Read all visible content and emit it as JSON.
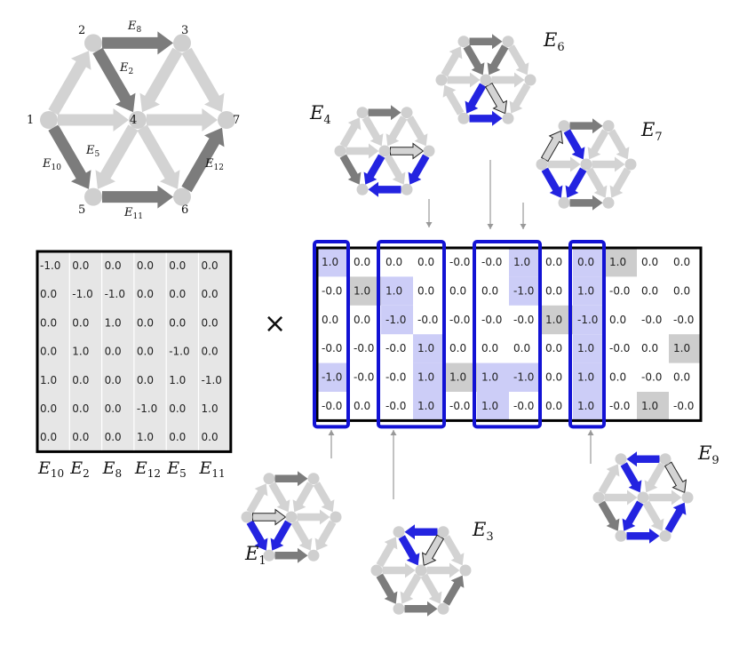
{
  "colors": {
    "node": "#cfcfcf",
    "edge_light": "#d3d3d3",
    "edge_dark": "#7c7c7c",
    "edge_blue": "#2323e0",
    "edge_hollow": "#d4d4d4",
    "cell_bg": "#e6e6e6",
    "cell_purple": "#cccdf7",
    "cell_gray": "#cdcdcd",
    "highlight_box": "#1212d4"
  },
  "big_graph": {
    "node_labels": [
      "1",
      "2",
      "3",
      "4",
      "5",
      "6",
      "7"
    ],
    "edge_labels": {
      "E8": {
        "letter": "E",
        "sub": "8"
      },
      "E2": {
        "letter": "E",
        "sub": "2"
      },
      "E5": {
        "letter": "E",
        "sub": "5"
      },
      "E10": {
        "letter": "E",
        "sub": "10"
      },
      "E12": {
        "letter": "E",
        "sub": "12"
      },
      "E11": {
        "letter": "E",
        "sub": "11"
      }
    }
  },
  "left_matrix": {
    "rows": [
      [
        "-1.0",
        "0.0",
        "0.0",
        "0.0",
        "0.0",
        "0.0"
      ],
      [
        "0.0",
        "-1.0",
        "-1.0",
        "0.0",
        "0.0",
        "0.0"
      ],
      [
        "0.0",
        "0.0",
        "1.0",
        "0.0",
        "0.0",
        "0.0"
      ],
      [
        "0.0",
        "1.0",
        "0.0",
        "0.0",
        "-1.0",
        "0.0"
      ],
      [
        "1.0",
        "0.0",
        "0.0",
        "0.0",
        "1.0",
        "-1.0"
      ],
      [
        "0.0",
        "0.0",
        "0.0",
        "-1.0",
        "0.0",
        "1.0"
      ],
      [
        "0.0",
        "0.0",
        "0.0",
        "1.0",
        "0.0",
        "0.0"
      ]
    ],
    "column_labels": [
      {
        "letter": "E",
        "sub": "10"
      },
      {
        "letter": "E",
        "sub": "2"
      },
      {
        "letter": "E",
        "sub": "8"
      },
      {
        "letter": "E",
        "sub": "12"
      },
      {
        "letter": "E",
        "sub": "5"
      },
      {
        "letter": "E",
        "sub": "11"
      }
    ]
  },
  "times_symbol": "×",
  "right_matrix": {
    "rows": [
      [
        "1.0",
        "0.0",
        "0.0",
        "0.0",
        "-0.0",
        "-0.0",
        "1.0",
        "0.0",
        "0.0",
        "1.0",
        "0.0",
        "0.0"
      ],
      [
        "-0.0",
        "1.0",
        "1.0",
        "0.0",
        "0.0",
        "0.0",
        "-1.0",
        "0.0",
        "1.0",
        "-0.0",
        "0.0",
        "0.0"
      ],
      [
        "0.0",
        "0.0",
        "-1.0",
        "-0.0",
        "-0.0",
        "-0.0",
        "-0.0",
        "1.0",
        "-1.0",
        "0.0",
        "-0.0",
        "-0.0"
      ],
      [
        "-0.0",
        "-0.0",
        "-0.0",
        "1.0",
        "0.0",
        "0.0",
        "0.0",
        "0.0",
        "1.0",
        "-0.0",
        "0.0",
        "1.0"
      ],
      [
        "-1.0",
        "-0.0",
        "-0.0",
        "1.0",
        "1.0",
        "1.0",
        "-1.0",
        "0.0",
        "1.0",
        "0.0",
        "-0.0",
        "0.0"
      ],
      [
        "-0.0",
        "0.0",
        "-0.0",
        "1.0",
        "-0.0",
        "1.0",
        "-0.0",
        "0.0",
        "1.0",
        "-0.0",
        "1.0",
        "-0.0"
      ]
    ],
    "purple_cells": [
      [
        0,
        0
      ],
      [
        4,
        0
      ],
      [
        1,
        2
      ],
      [
        2,
        2
      ],
      [
        3,
        3
      ],
      [
        4,
        3
      ],
      [
        5,
        3
      ],
      [
        0,
        6
      ],
      [
        1,
        6
      ],
      [
        4,
        5
      ],
      [
        4,
        6
      ],
      [
        5,
        5
      ],
      [
        0,
        8
      ],
      [
        1,
        8
      ],
      [
        2,
        8
      ],
      [
        3,
        8
      ],
      [
        4,
        8
      ],
      [
        5,
        8
      ]
    ],
    "gray_cells": [
      [
        1,
        1
      ],
      [
        4,
        4
      ],
      [
        2,
        7
      ],
      [
        0,
        9
      ],
      [
        5,
        10
      ],
      [
        3,
        11
      ]
    ]
  },
  "small_graph_labels": {
    "E1": {
      "letter": "E",
      "sub": "1"
    },
    "E3": {
      "letter": "E",
      "sub": "3"
    },
    "E4": {
      "letter": "E",
      "sub": "4"
    },
    "E6": {
      "letter": "E",
      "sub": "6"
    },
    "E7": {
      "letter": "E",
      "sub": "7"
    },
    "E9": {
      "letter": "E",
      "sub": "9"
    }
  }
}
